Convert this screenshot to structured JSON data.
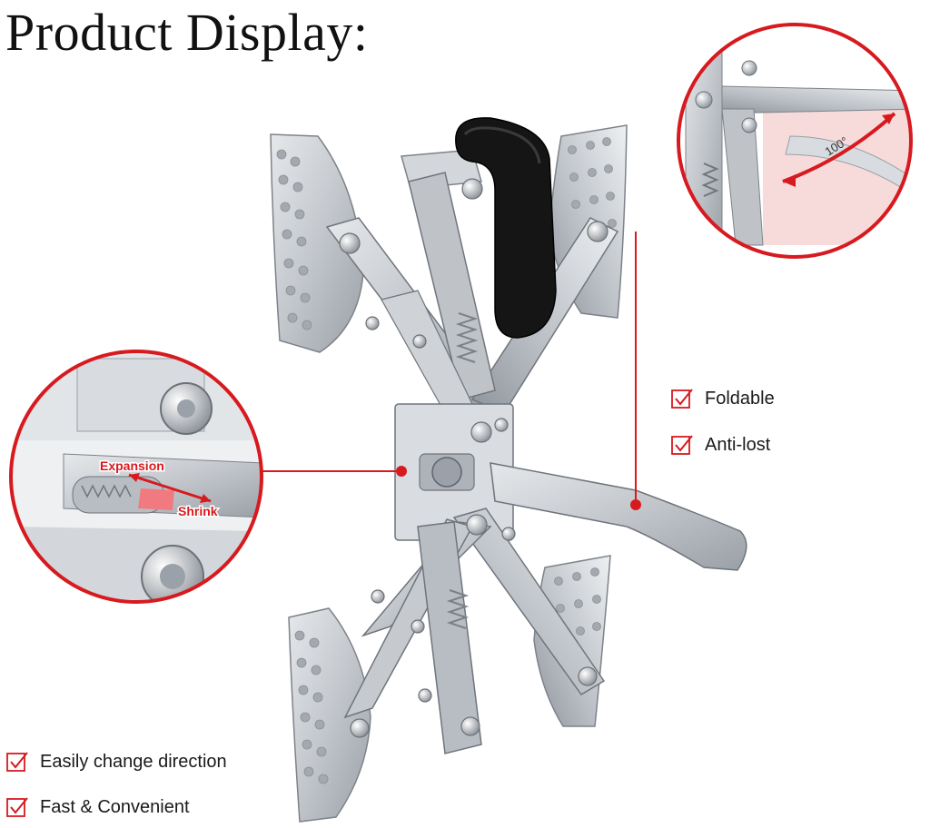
{
  "title": "Product Display:",
  "colors": {
    "accent": "#d71a1f",
    "metal": "#c9ccd1",
    "metal_dark": "#8a8f96",
    "handle": "#141414",
    "callout_bg": "#f7dada"
  },
  "features": {
    "foldable": "Foldable",
    "anti_lost": "Anti-lost",
    "easily_change_direction": "Easily change direction",
    "fast_convenient": "Fast & Convenient"
  },
  "callouts": {
    "angle": "100°",
    "expansion": "Expansion",
    "shrink": "Shrink"
  },
  "icons": {
    "checkbox": "checked-box-icon"
  }
}
